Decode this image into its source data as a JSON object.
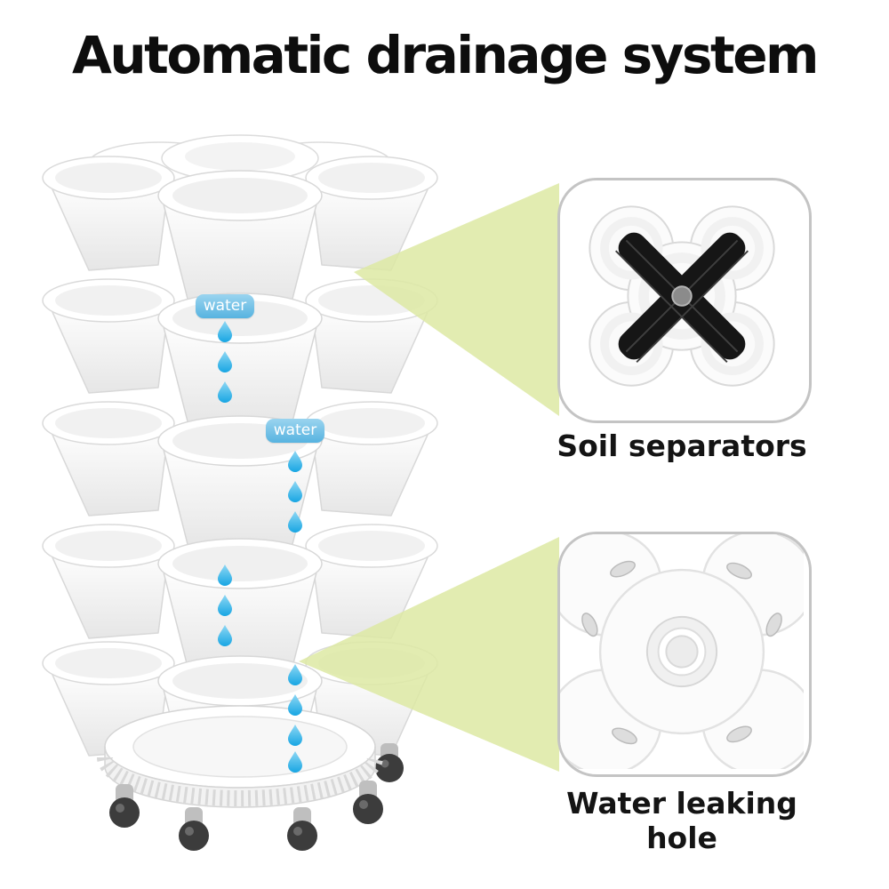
{
  "title": "Automatic drainage system",
  "tower": {
    "water_badges": [
      {
        "label": "water"
      },
      {
        "label": "water"
      }
    ]
  },
  "callouts": [
    {
      "label": "Soil separators"
    },
    {
      "label": "Water leaking hole"
    }
  ],
  "colors": {
    "accent_green": "#dde9a3",
    "water_blue": "#2fb2e8",
    "badge_blue": "#6fc0e6",
    "title_text": "#0d0d0d",
    "callout_border": "#c4c4c4"
  }
}
